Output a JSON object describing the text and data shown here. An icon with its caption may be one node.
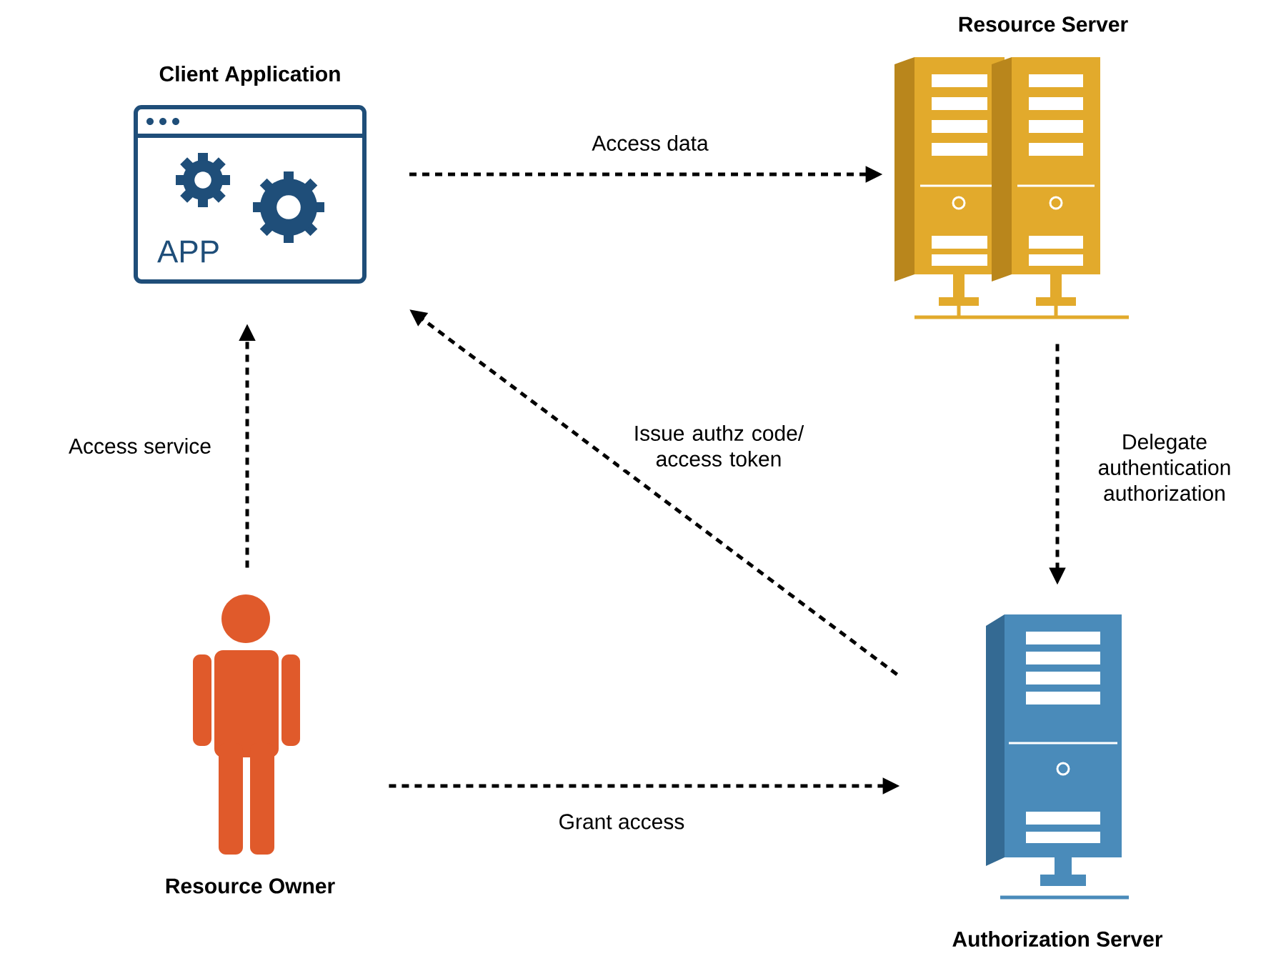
{
  "diagram": {
    "nodes": [
      {
        "text": [
          "Client Application",
          "APP"
        ]
      },
      {
        "text": [
          "Resource Server"
        ]
      },
      {
        "text": [
          "Authorization Server"
        ]
      },
      {
        "text": [
          "Resource Owner"
        ]
      }
    ],
    "edges": [
      {
        "from": 0,
        "to": 1,
        "arrow": "to",
        "label": "Access data",
        "style": "dashed"
      },
      {
        "from": 1,
        "to": 2,
        "arrow": "to",
        "label": "Delegate authentication authorization",
        "style": "dashed"
      },
      {
        "from": 2,
        "to": 0,
        "arrow": "to",
        "label": "Issue authz code/ access token",
        "style": "dashed"
      },
      {
        "from": 3,
        "to": 0,
        "arrow": "to",
        "label": "Access service",
        "style": "dashed"
      },
      {
        "from": 3,
        "to": 2,
        "arrow": "to",
        "label": "Grant access",
        "style": "dashed"
      }
    ]
  }
}
